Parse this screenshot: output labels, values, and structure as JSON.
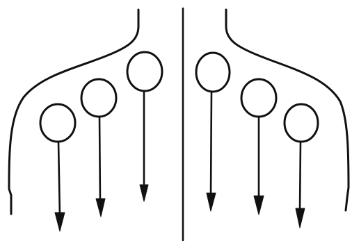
{
  "colors": {
    "ink": "#111111",
    "background": "#ffffff"
  },
  "diagram": {
    "divider": "center-line",
    "halves": [
      {
        "side": "left",
        "wall": "left-wall",
        "balls": [
          {
            "id": "left-ball-1",
            "arrow": "left-arrow-1"
          },
          {
            "id": "left-ball-2",
            "arrow": "left-arrow-2"
          },
          {
            "id": "left-ball-3",
            "arrow": "left-arrow-3"
          }
        ]
      },
      {
        "side": "right",
        "wall": "right-wall",
        "balls": [
          {
            "id": "right-ball-1",
            "arrow": "right-arrow-1"
          },
          {
            "id": "right-ball-2",
            "arrow": "right-arrow-2"
          },
          {
            "id": "right-ball-3",
            "arrow": "right-arrow-3"
          }
        ]
      }
    ],
    "icons": {
      "arrowhead": "arrow-down-icon"
    }
  }
}
